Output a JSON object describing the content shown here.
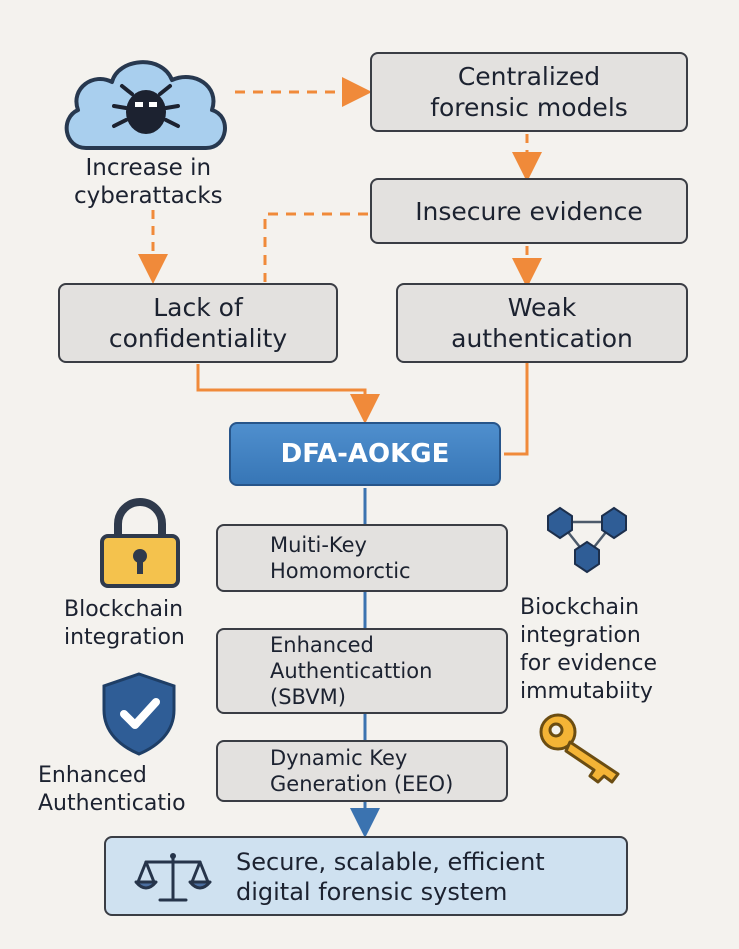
{
  "colors": {
    "accent_orange": "#f08a3a",
    "accent_blue": "#3b73b0",
    "box_fill": "#e3e1df",
    "final_fill": "#cfe1f0",
    "lock_yellow": "#f4c24d",
    "cloud_blue": "#a9cfee"
  },
  "icons": {
    "cloud": "cloud-bug-icon",
    "lock": "padlock-icon",
    "shield": "shield-check-icon",
    "network": "cube-network-icon",
    "key": "key-icon",
    "scales": "scales-icon"
  },
  "diagram": {
    "threat_label": "Increase in\ncyberattacks",
    "centralized": "Centralized\nforensic models",
    "insecure": "Insecure evidence",
    "lack": "Lack of\nconfidentiality",
    "weak": "Weak\nauthentication",
    "core": "DFA-AOKGE",
    "steps": [
      "Muiti-Key\nHomomorctic",
      "Enhanced\nAuthenticattion\n(SBVM)",
      "Dynamic Key\nGeneration (EEO)"
    ],
    "outcome": "Secure, scalable, efficient\ndigital forensic system"
  },
  "side": {
    "blockchain_left": "Blockchain\nintegration",
    "auth_left": "Enhanced\nAuthenticatio",
    "blockchain_right": "Biockchain\nintegration\nfor evidence\nimmutabiity"
  }
}
